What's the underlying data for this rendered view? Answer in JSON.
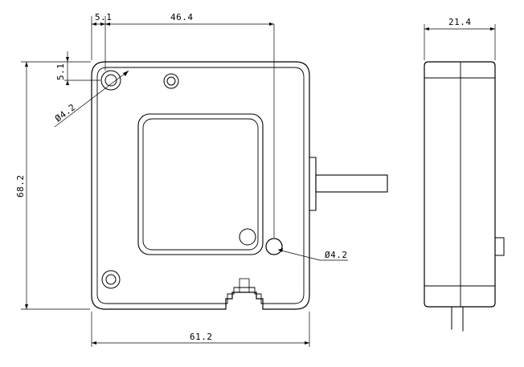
{
  "front_view": {
    "dims": {
      "top_offset": "5.1",
      "hole_spacing": "46.4",
      "left_offset": "5.1",
      "height": "68.2",
      "width": "61.2",
      "hole_dia_top": "Ø4.2",
      "hole_dia_right": "Ø4.2"
    }
  },
  "side_view": {
    "dims": {
      "depth": "21.4"
    }
  },
  "colors": {
    "line": "#000000",
    "background": "#ffffff"
  }
}
